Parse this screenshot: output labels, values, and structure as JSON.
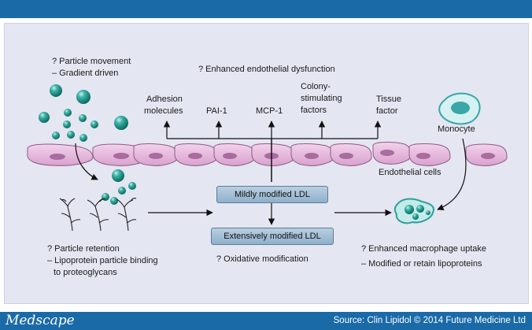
{
  "footer": {
    "logo": "Medscape",
    "source": "Source: Clin Lipidol © 2014 Future Medicine Ltd"
  },
  "diagram": {
    "particle_movement": "? Particle movement",
    "gradient_driven": "– Gradient driven",
    "endothelial_dysfunction": "? Enhanced endothelial dysfunction",
    "targets": {
      "adhesion_1": "Adhesion",
      "adhesion_2": "molecules",
      "pai1": "PAI-1",
      "mcp1": "MCP-1",
      "csf_1": "Colony-",
      "csf_2": "stimulating",
      "csf_3": "factors",
      "tissue_1": "Tissue",
      "tissue_2": "factor"
    },
    "monocyte": "Monocyte",
    "endothelial_cells": "Endothelial cells",
    "mild_ldl": "Mildly modified LDL",
    "extensive_ldl": "Extensively modified LDL",
    "oxidative": "? Oxidative modification",
    "retention_1": "? Particle retention",
    "retention_2": "– Lipoprotein particle binding",
    "retention_3": "to proteoglycans",
    "uptake_1": "? Enhanced macrophage uptake",
    "uptake_2": "– Modified or retain lipoproteins"
  },
  "colors": {
    "header": "#1a6aa8",
    "panel": "#e4e6f2",
    "cell": "#e8b9de",
    "teal": "#1f9e93",
    "ldl_box": "#a9c3d9"
  }
}
